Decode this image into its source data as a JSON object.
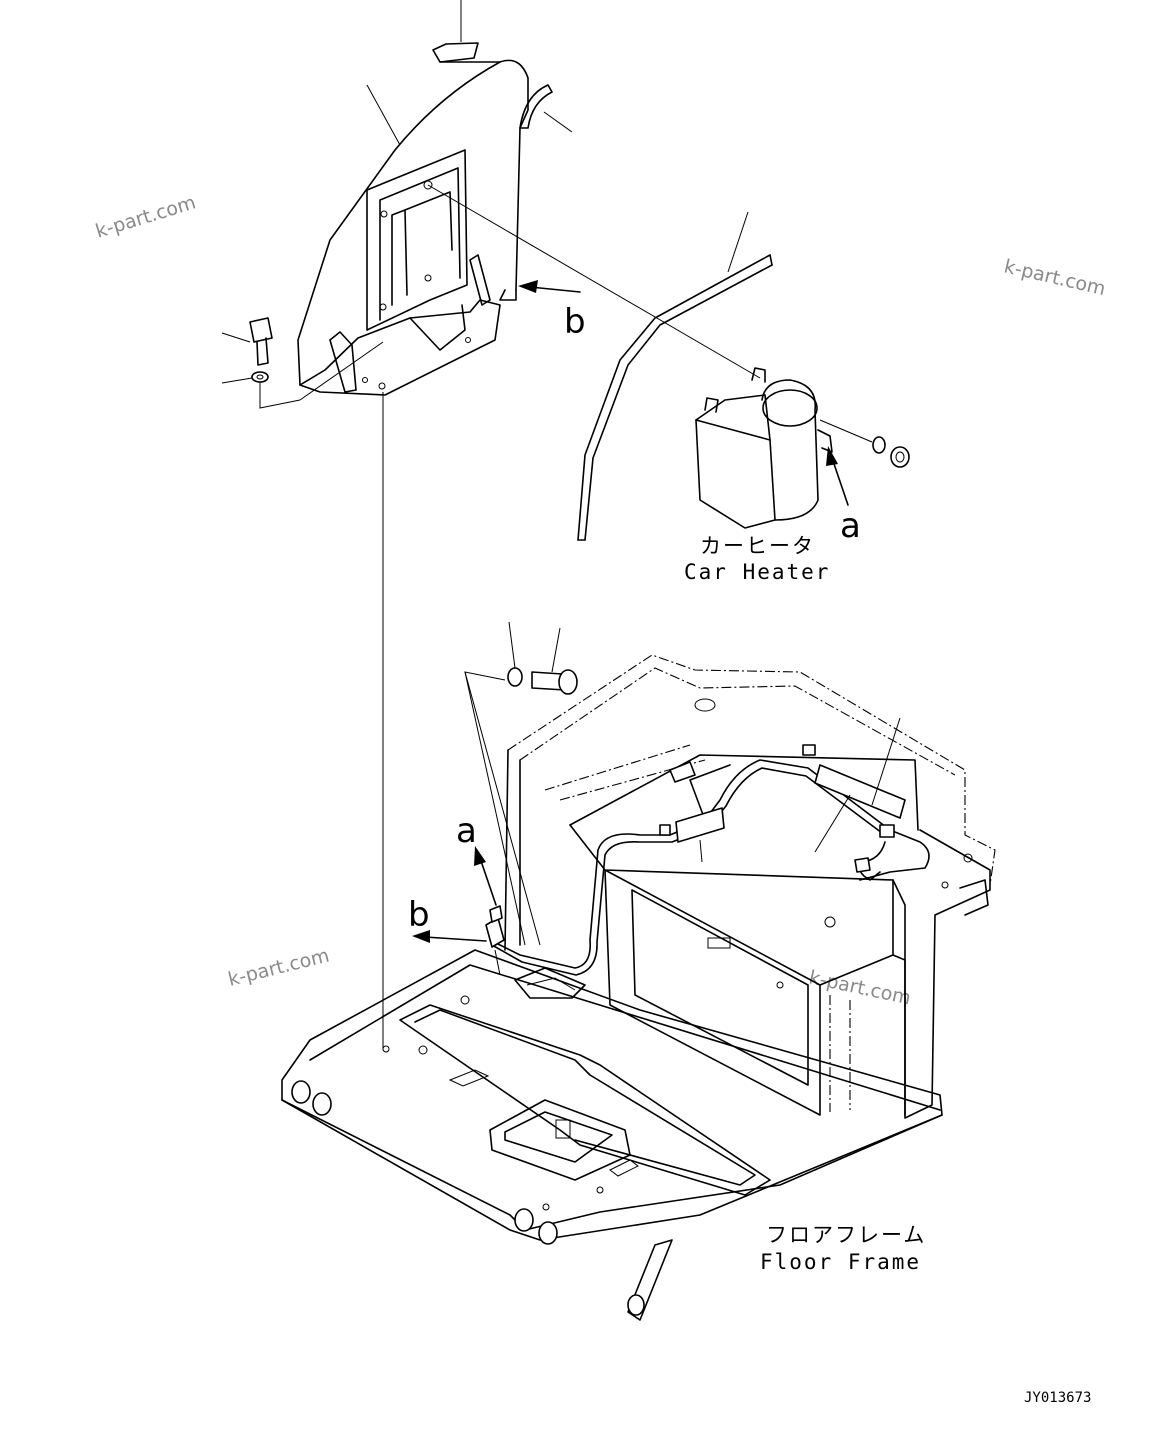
{
  "watermarks": [
    "k-part.com",
    "k-part.com",
    "k-part.com",
    "k-part.com"
  ],
  "labels": {
    "car_heater_jp": "カーヒータ",
    "car_heater_en": "Car Heater",
    "floor_frame_jp": "フロアフレーム",
    "floor_frame_en": "Floor Frame"
  },
  "refs": {
    "a_top": "a",
    "b_top": "b",
    "a_bottom": "a",
    "b_bottom": "b"
  },
  "drawing_id": "JY013673"
}
